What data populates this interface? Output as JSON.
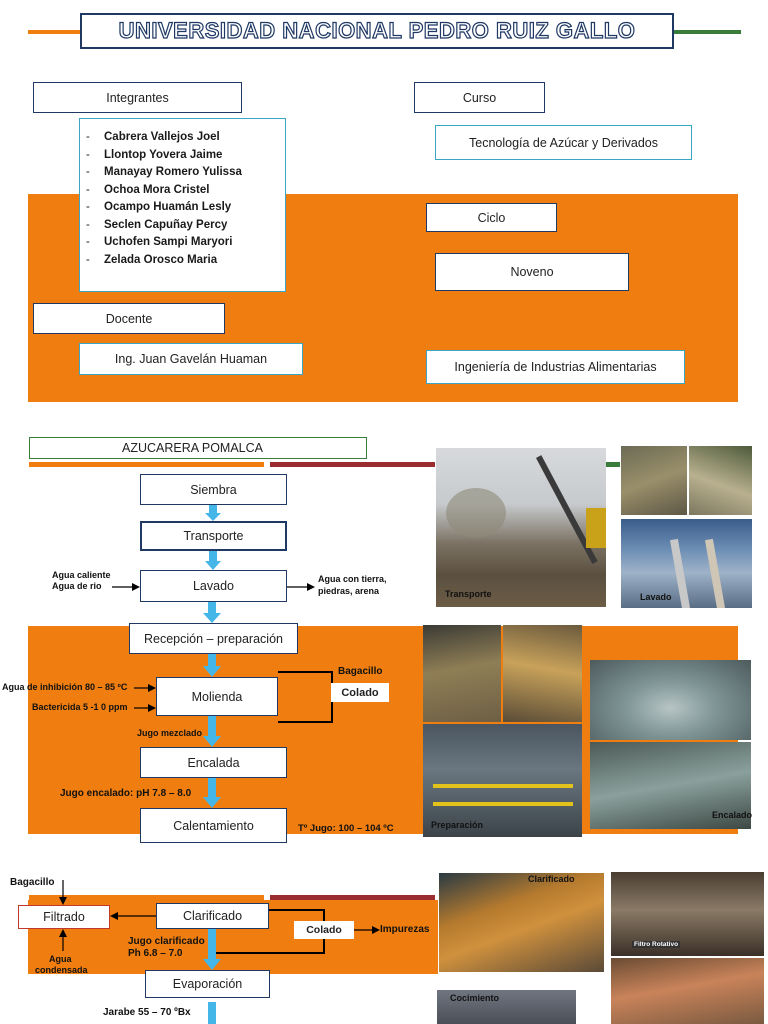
{
  "header": {
    "title": "UNIVERSIDAD NACIONAL PEDRO RUIZ GALLO"
  },
  "info": {
    "integrantes_label": "Integrantes",
    "integrantes": [
      "Cabrera Vallejos Joel",
      "Llontop Yovera Jaime",
      "Manayay Romero Yulissa",
      "Ochoa Mora Cristel",
      "Ocampo Huamán Lesly",
      "Seclen Capuñay Percy",
      "Uchofen Sampi Maryori",
      "Zelada Orosco Maria"
    ],
    "curso_label": "Curso",
    "curso": "Tecnología de Azúcar y Derivados",
    "ciclo_label": "Ciclo",
    "ciclo": "Noveno",
    "docente_label": "Docente",
    "docente": "Ing. Juan Gavelán Huaman",
    "carrera": "Ingeniería de Industrias Alimentarias"
  },
  "section": {
    "title": "AZUCARERA POMALCA"
  },
  "flow": {
    "siembra": "Siembra",
    "transporte": "Transporte",
    "lavado": "Lavado",
    "lavado_inputs": [
      "Agua caliente",
      "Agua de rio"
    ],
    "lavado_outputs": [
      "Agua con tierra,",
      "piedras, arena"
    ],
    "recepcion": "Recepción – preparación",
    "molienda": "Molienda",
    "agua_inhibicion": "Agua de inhibición 80 – 85 ºC",
    "bactericida": "Bactericida 5 -1 0 ppm",
    "bagacillo_1": "Bagacillo",
    "colado_1": "Colado",
    "jugo_mezclado": "Jugo mezclado",
    "encalada": "Encalada",
    "jugo_encalado": "Jugo encalado:  pH 7.8 – 8.0",
    "calentamiento": "Calentamiento",
    "temp_jugo": "Tº Jugo: 100 – 104 ºC",
    "bagacillo_2": "Bagacillo",
    "filtrado": "Filtrado",
    "clarificado": "Clarificado",
    "colado_2": "Colado",
    "impurezas": "Impurezas",
    "agua_condensada": [
      "Agua",
      "condensada"
    ],
    "jugo_clarificado": [
      "Jugo clarificado",
      "Ph 6.8 – 7.0"
    ],
    "evaporacion": "Evaporación",
    "jarabe": "Jarabe 55 – 70 ºBx"
  },
  "photos": {
    "transporte": "Transporte",
    "lavado": "Lavado",
    "preparacion": "Preparación",
    "encalado": "Encalado",
    "clarificado": "Clarificado",
    "filtro": "Filtro Rotativo",
    "cocimiento": "Cocimiento"
  },
  "colors": {
    "orange": "#ef7d0f",
    "navy": "#1f3864",
    "teal": "#3aa6c4",
    "green": "#3a7d3a",
    "red": "#c0392b",
    "arrow": "#45b6e8"
  }
}
